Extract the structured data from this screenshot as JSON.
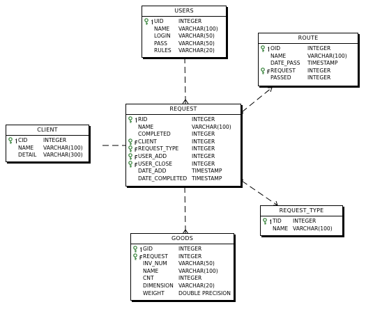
{
  "entities": [
    {
      "id": "users",
      "title": "USERS",
      "rows": [
        {
          "marker": "pk",
          "name": "UID",
          "type": "INTEGER"
        },
        {
          "marker": "",
          "name": "NAME",
          "type": "VARCHAR(100)"
        },
        {
          "marker": "",
          "name": "LOGIN",
          "type": "VARCHAR(50)"
        },
        {
          "marker": "",
          "name": "PASS",
          "type": "VARCHAR(50)"
        },
        {
          "marker": "",
          "name": "RULES",
          "type": "VARCHAR(20)"
        }
      ]
    },
    {
      "id": "route",
      "title": "ROUTE",
      "rows": [
        {
          "marker": "pk",
          "name": "OID",
          "type": "INTEGER"
        },
        {
          "marker": "",
          "name": "NAME",
          "type": "VARCHAR(100)"
        },
        {
          "marker": "",
          "name": "DATE_PASS",
          "type": "TIMESTAMP"
        },
        {
          "marker": "fk",
          "name": "REQUEST",
          "type": "INTEGER"
        },
        {
          "marker": "",
          "name": "PASSED",
          "type": "INTEGER"
        }
      ]
    },
    {
      "id": "request",
      "title": "REQUEST",
      "rows": [
        {
          "marker": "pk",
          "name": "RID",
          "type": "INTEGER"
        },
        {
          "marker": "",
          "name": "NAME",
          "type": "VARCHAR(100)"
        },
        {
          "marker": "",
          "name": "COMPLETED",
          "type": "INTEGER"
        },
        {
          "marker": "fk",
          "name": "CLIENT",
          "type": "INTEGER"
        },
        {
          "marker": "fk",
          "name": "REQUEST_TYPE",
          "type": "INTEGER"
        },
        {
          "marker": "fk",
          "name": "USER_ADD",
          "type": "INTEGER"
        },
        {
          "marker": "fk",
          "name": "USER_CLOSE",
          "type": "INTEGER"
        },
        {
          "marker": "",
          "name": "DATE_ADD",
          "type": "TIMESTAMP"
        },
        {
          "marker": "",
          "name": "DATE_COMPLETED",
          "type": "TIMESTAMP"
        }
      ]
    },
    {
      "id": "client",
      "title": "CLIENT",
      "rows": [
        {
          "marker": "pk",
          "name": "CID",
          "type": "INTEGER"
        },
        {
          "marker": "",
          "name": "NAME",
          "type": "VARCHAR(100)"
        },
        {
          "marker": "",
          "name": "DETAIL",
          "type": "VARCHAR(300)"
        }
      ]
    },
    {
      "id": "request_type",
      "title": "REQUEST_TYPE",
      "rows": [
        {
          "marker": "pk",
          "name": "TID",
          "type": "INTEGER"
        },
        {
          "marker": "",
          "name": "NAME",
          "type": "VARCHAR(100)"
        }
      ]
    },
    {
      "id": "goods",
      "title": "GOODS",
      "rows": [
        {
          "marker": "pk",
          "name": "GID",
          "type": "INTEGER"
        },
        {
          "marker": "fk",
          "name": "REQUEST",
          "type": "INTEGER"
        },
        {
          "marker": "",
          "name": "INV_NUM",
          "type": "VARCHAR(50)"
        },
        {
          "marker": "",
          "name": "NAME",
          "type": "VARCHAR(100)"
        },
        {
          "marker": "",
          "name": "CNT",
          "type": "INTEGER"
        },
        {
          "marker": "",
          "name": "DIMENSION",
          "type": "VARCHAR(20)"
        },
        {
          "marker": "",
          "name": "WEIGHT",
          "type": "DOUBLE PRECISION"
        }
      ]
    }
  ],
  "relationships": [
    {
      "parent": "users",
      "child": "request"
    },
    {
      "parent": "client",
      "child": "request"
    },
    {
      "parent": "request",
      "child": "route"
    },
    {
      "parent": "request",
      "child": "request_type"
    },
    {
      "parent": "request",
      "child": "goods"
    }
  ],
  "colors": {
    "line": "#000000",
    "background": "#ffffff",
    "key_icon": "#2e7d32"
  }
}
